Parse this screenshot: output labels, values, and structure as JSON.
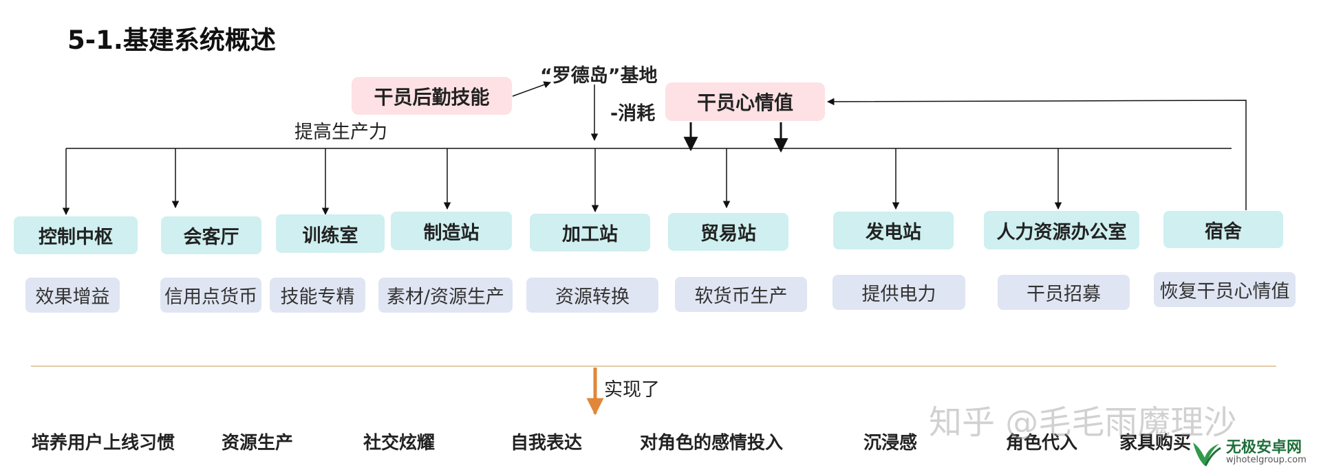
{
  "title": "5-1.基建系统概述",
  "base_label": "“罗德岛”基地",
  "skill_box": "干员后勤技能",
  "mood_box": "干员心情值",
  "consume_label": "-消耗",
  "boost_label": "提高生产力",
  "rooms": [
    "控制中枢",
    "会客厅",
    "训练室",
    "制造站",
    "加工站",
    "贸易站",
    "发电站",
    "人力资源办公室",
    "宿舍"
  ],
  "functions": [
    "效果增益",
    "信用点货币",
    "技能专精",
    "素材/资源生产",
    "资源转换",
    "软货币生产",
    "提供电力",
    "干员招募",
    "恢复干员心情值"
  ],
  "realize_label": "实现了",
  "results": [
    "培养用户上线习惯",
    "资源生产",
    "社交炫耀",
    "自我表达",
    "对角色的感情投入",
    "沉浸感",
    "角色代入",
    "家具购买"
  ],
  "watermark": "知乎 @毛毛雨魔理沙",
  "badge": {
    "name": "无极安卓网",
    "url": "wjhotelgroup.com"
  },
  "colors": {
    "pink": "#fde1e4",
    "room": "#cfeff0",
    "func": "#dfe5f2",
    "arrow_orange": "#e0873a",
    "divider": "#d9b98a"
  }
}
